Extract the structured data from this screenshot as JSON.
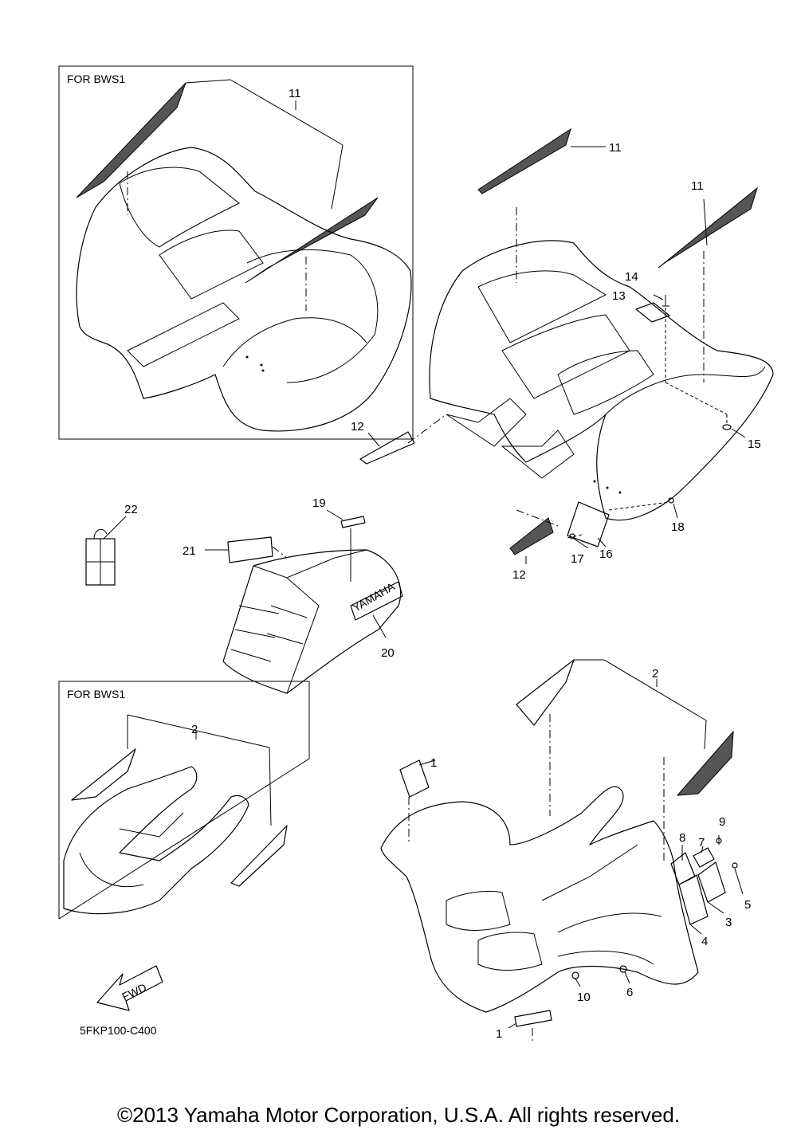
{
  "insets": [
    {
      "label": "FOR BWS1"
    },
    {
      "label": "FOR BWS1"
    }
  ],
  "callouts": [
    "11",
    "11",
    "11",
    "14",
    "13",
    "12",
    "15",
    "22",
    "19",
    "21",
    "18",
    "16",
    "17",
    "12",
    "20",
    "2",
    "2",
    "1",
    "9",
    "7",
    "8",
    "5",
    "3",
    "4",
    "10",
    "6",
    "1"
  ],
  "decal_text": {
    "yamaha": "YAMAHA",
    "fwd": "FWD"
  },
  "diagram_code": "5FKP100-C400",
  "copyright": "©2013 Yamaha Motor Corporation, U.S.A. All rights reserved."
}
